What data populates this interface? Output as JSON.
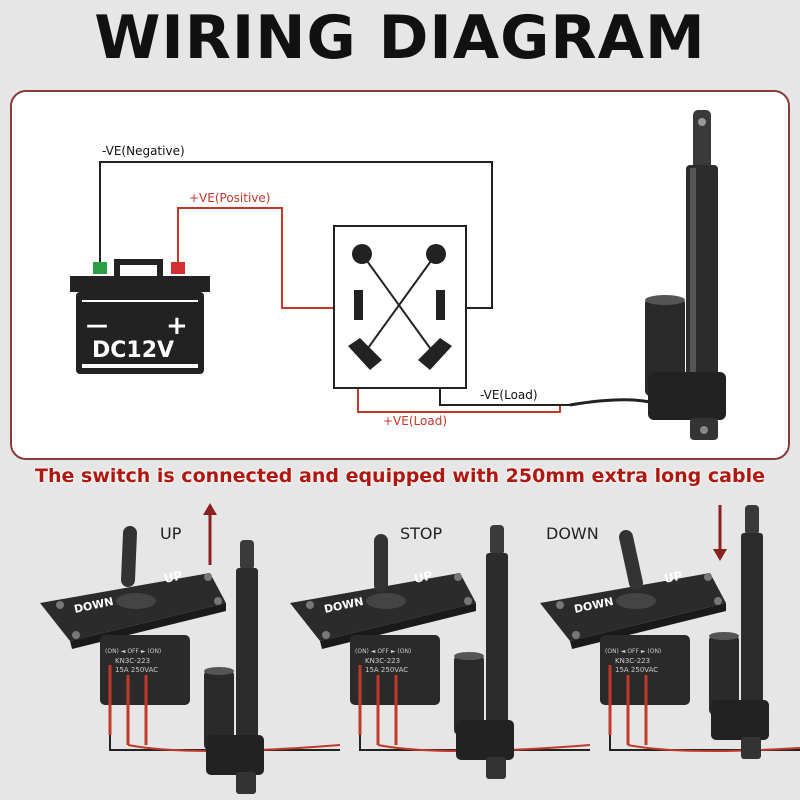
{
  "title": "WIRING DIAGRAM",
  "battery": {
    "minus": "—",
    "plus": "+",
    "label": "DC12V"
  },
  "wires": {
    "negative": "-VE(Negative)",
    "positive": "+VE(Positive)",
    "neg_load": "-VE(Load)",
    "pos_load": "+VE(Load)"
  },
  "caption": "The switch is connected and equipped with 250mm extra long cable",
  "panels": [
    {
      "state": "UP",
      "arrow": "up-arrow"
    },
    {
      "state": "STOP",
      "arrow": ""
    },
    {
      "state": "DOWN",
      "arrow": "down-arrow"
    }
  ],
  "switch_plate": {
    "up_label": "UP",
    "down_label": "DOWN",
    "positions": "(ON) ◄ OFF ► (ON)",
    "model": "KN3C-223",
    "rating": "15A 250VAC"
  },
  "colors": {
    "wire_positive": "#c0392b",
    "wire_negative": "#222222",
    "arrow": "#8b2020",
    "caption": "#b0170f"
  }
}
